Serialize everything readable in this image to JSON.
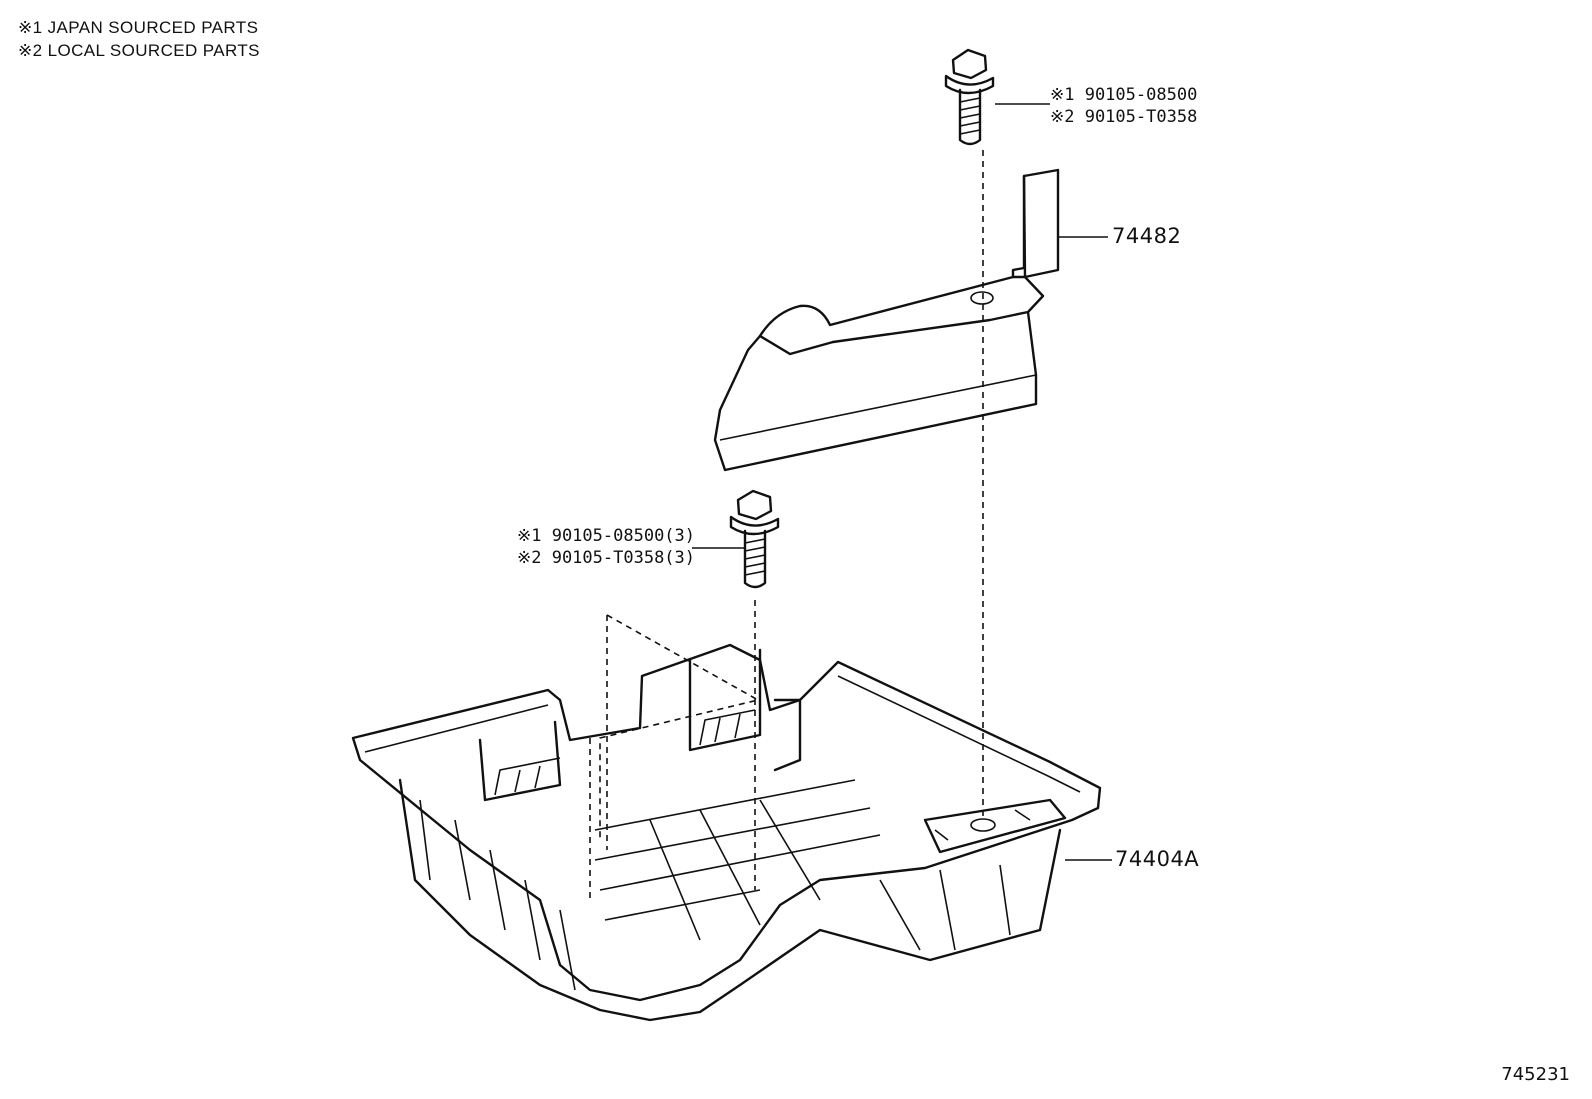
{
  "legend": {
    "note1": "※1 JAPAN SOURCED PARTS",
    "note2": "※2 LOCAL SOURCED PARTS"
  },
  "callouts": {
    "bolt_upper_1": "※1 90105-08500",
    "bolt_upper_2": "※2 90105-T0358",
    "bolt_lower_1": "※1 90105-08500(3)",
    "bolt_lower_2": "※2 90105-T0358(3)"
  },
  "parts": {
    "clamp": "74482",
    "tray": "74404A"
  },
  "diagram_code": "745231"
}
